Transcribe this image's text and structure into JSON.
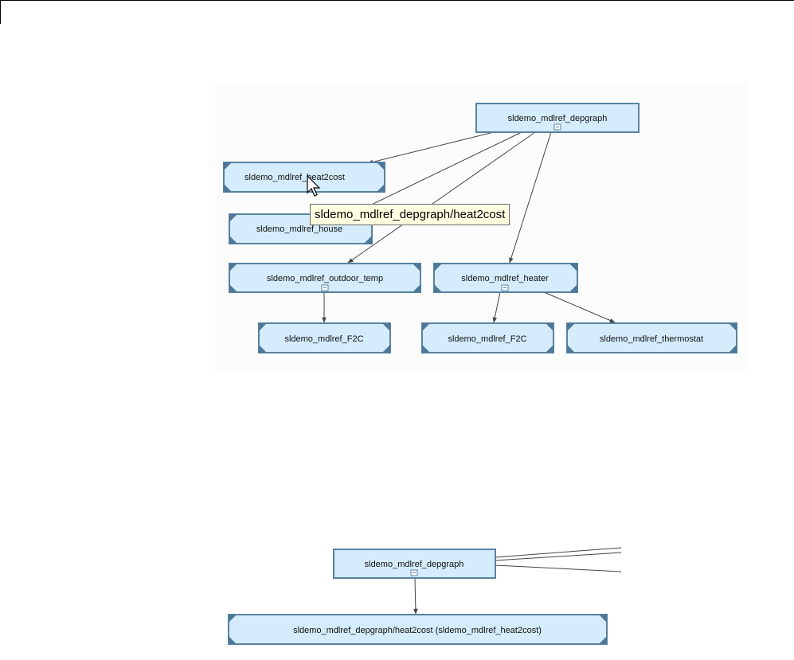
{
  "colors": {
    "node_fill": "#d4ecfb",
    "node_border": "#5a82a0",
    "corner_fill": "#4d7898",
    "edge": "#444444",
    "tooltip_fill": "#ffffe1"
  },
  "graph_top": {
    "nodes": {
      "root": "sldemo_mdlref_depgraph",
      "heat2cost": "sldemo_mdlref_heat2cost",
      "house": "sldemo_mdlref_house",
      "outdoor_temp": "sldemo_mdlref_outdoor_temp",
      "heater": "sldemo_mdlref_heater",
      "f2c_left": "sldemo_mdlref_F2C",
      "f2c_right": "sldemo_mdlref_F2C",
      "thermostat": "sldemo_mdlref_thermostat"
    },
    "tooltip": "sldemo_mdlref_depgraph/heat2cost"
  },
  "graph_bottom": {
    "nodes": {
      "root": "sldemo_mdlref_depgraph",
      "instance": "sldemo_mdlref_depgraph/heat2cost (sldemo_mdlref_heat2cost)"
    }
  }
}
